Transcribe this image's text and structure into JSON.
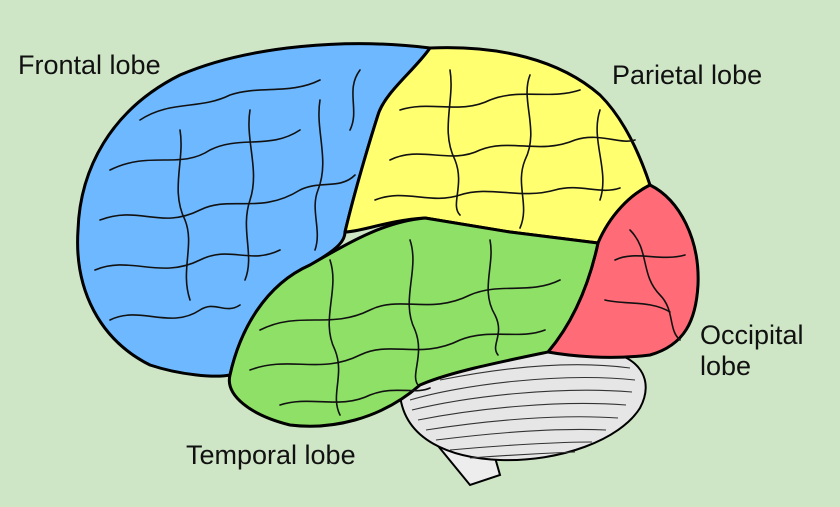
{
  "labels": {
    "frontal": "Frontal lobe",
    "parietal": "Parietal lobe",
    "occipital_line1": "Occipital",
    "occipital_line2": "lobe",
    "temporal": "Temporal lobe"
  },
  "colors": {
    "background": "#cfe6c6",
    "frontal": "#6db8ff",
    "parietal": "#ffff70",
    "occipital": "#ff6c78",
    "temporal": "#8ee066",
    "cerebellum": "#e6e6e6",
    "brainstem": "#ededed"
  }
}
